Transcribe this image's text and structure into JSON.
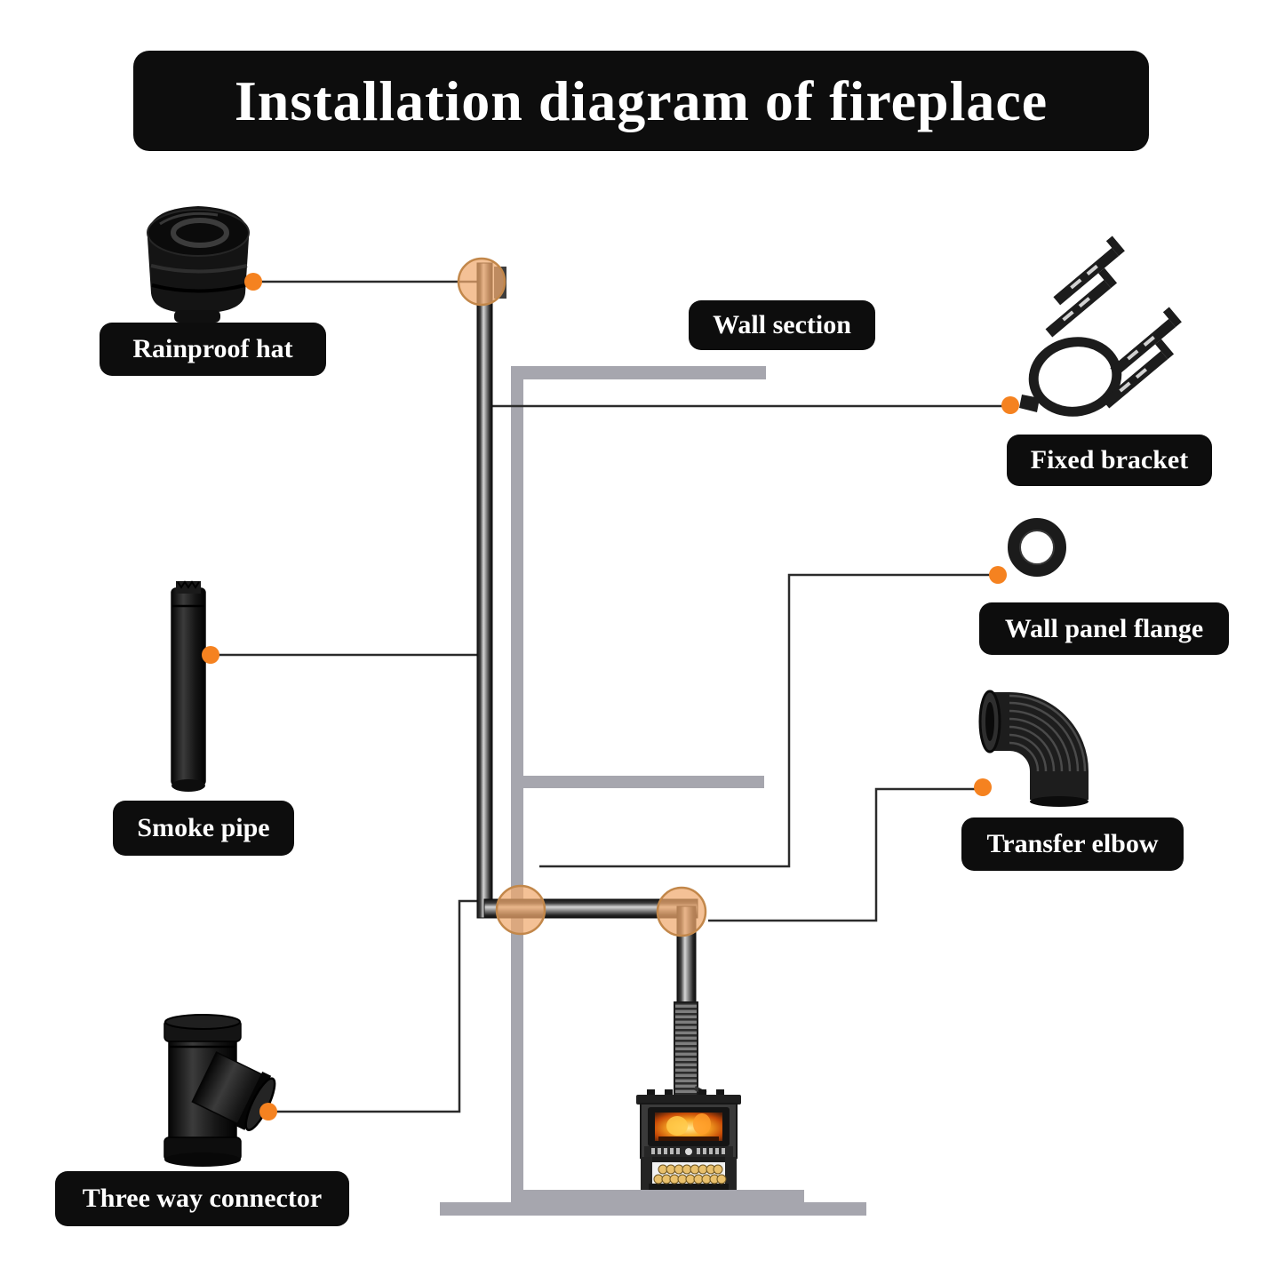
{
  "title": "Installation diagram of fireplace",
  "parts": {
    "rainproof_hat": {
      "label": "Rainproof hat"
    },
    "wall_section": {
      "label": "Wall section"
    },
    "fixed_bracket": {
      "label": "Fixed bracket"
    },
    "smoke_pipe": {
      "label": "Smoke pipe"
    },
    "wall_panel_flange": {
      "label": "Wall panel flange"
    },
    "transfer_elbow": {
      "label": "Transfer elbow"
    },
    "three_way_connector": {
      "label": "Three way connector"
    }
  },
  "colors": {
    "accent_orange": "#f58220",
    "circle_orange": "#f0a96e",
    "wall_gray": "#a6a6ae",
    "label_bg": "#0d0d0d",
    "label_text": "#ffffff",
    "line_color": "#2b2b2b",
    "page_bg": "#ffffff"
  }
}
